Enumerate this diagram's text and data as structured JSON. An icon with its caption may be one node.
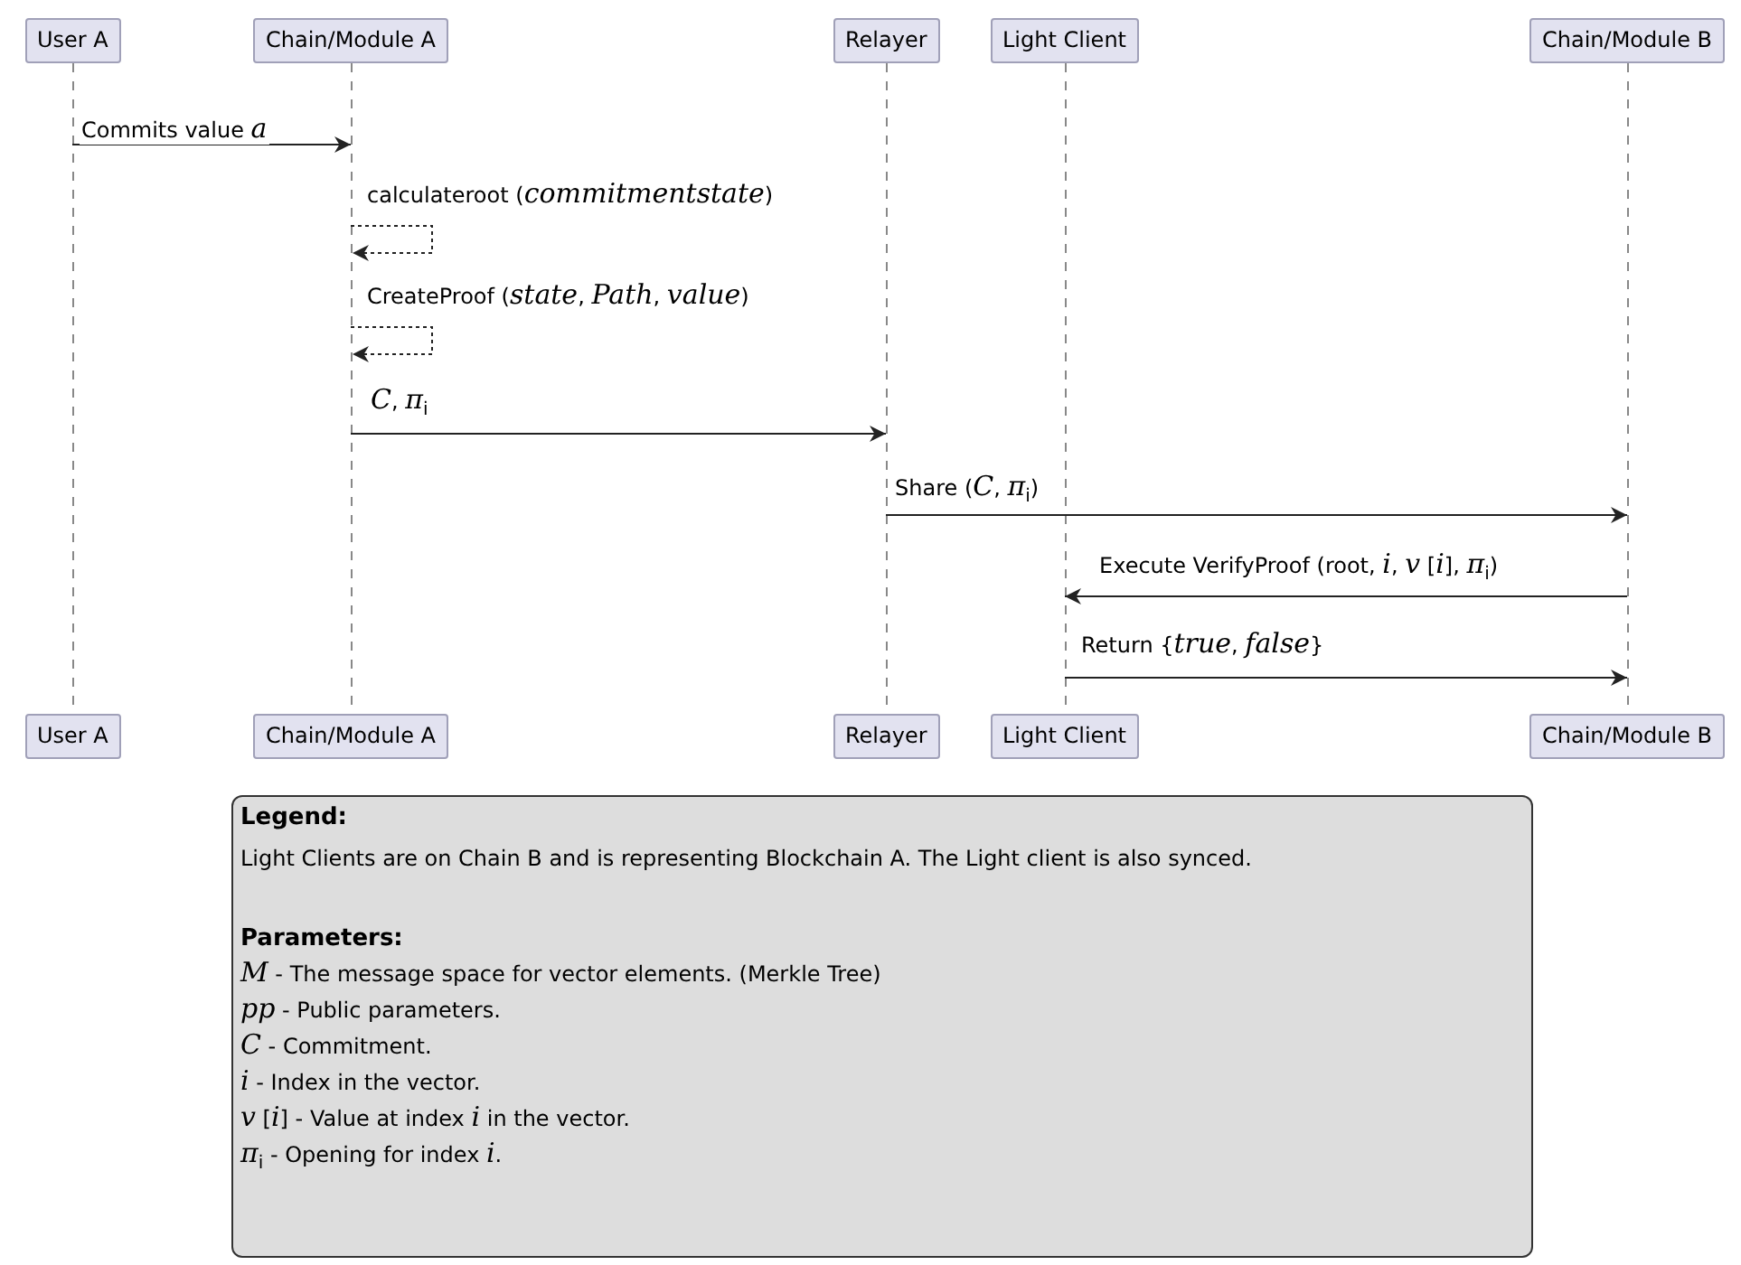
{
  "diagram": {
    "nodes": [
      {
        "text": [
          "User A"
        ]
      },
      {
        "text": [
          "Chain/Module A"
        ]
      },
      {
        "text": [
          "Relayer"
        ]
      },
      {
        "text": [
          "Light Client"
        ]
      },
      {
        "text": [
          "Chain/Module B"
        ]
      },
      {
        "text": [],
        "shape": "line"
      },
      {
        "text": [],
        "shape": "line"
      },
      {
        "text": [],
        "shape": "line"
      },
      {
        "text": [],
        "shape": "line"
      },
      {
        "text": [],
        "shape": "line"
      },
      {
        "text": [
          "User A"
        ]
      },
      {
        "text": [
          "Chain/Module A"
        ]
      },
      {
        "text": [
          "Relayer"
        ]
      },
      {
        "text": [
          "Light Client"
        ]
      },
      {
        "text": [
          "Chain/Module B"
        ]
      },
      {
        "text": [
          "Legend:",
          "Light Clients are on Chain B and is representing Blockchain A. The Light client is also synced.",
          "Parameters:",
          "*M* - The message space for vector elements. (Merkle Tree)",
          "*pp* - Public parameters.",
          "*C* - Commitment.",
          "*i* - Index in the vector.",
          "*v* [*i*] - Value at index *i* in the vector.",
          "*π*$_{i}$ - Opening for index *i*."
        ]
      }
    ],
    "edges": [
      {
        "from": 5,
        "to": 6,
        "arrow": "to",
        "label": "Commits value *a*"
      },
      {
        "from": 6,
        "to": 6,
        "arrow": "to",
        "style": "dashed",
        "label": "calculateroot (*commitmentstate*)"
      },
      {
        "from": 6,
        "to": 6,
        "arrow": "to",
        "style": "dashed",
        "label": "CreateProof (*state*, *Path*, *value*)"
      },
      {
        "from": 6,
        "to": 7,
        "arrow": "to",
        "label": "*C*, *π*$_{i}$"
      },
      {
        "from": 7,
        "to": 9,
        "arrow": "to",
        "label": "Share (*C*, *π*$_{i}$)"
      },
      {
        "from": 9,
        "to": 8,
        "arrow": "to",
        "label": "Execute VerifyProof (root, *i*, *v* [*i*], *π*$_{i}$)"
      },
      {
        "from": 8,
        "to": 9,
        "arrow": "to",
        "label": "Return {*true*, *false*}"
      }
    ]
  }
}
